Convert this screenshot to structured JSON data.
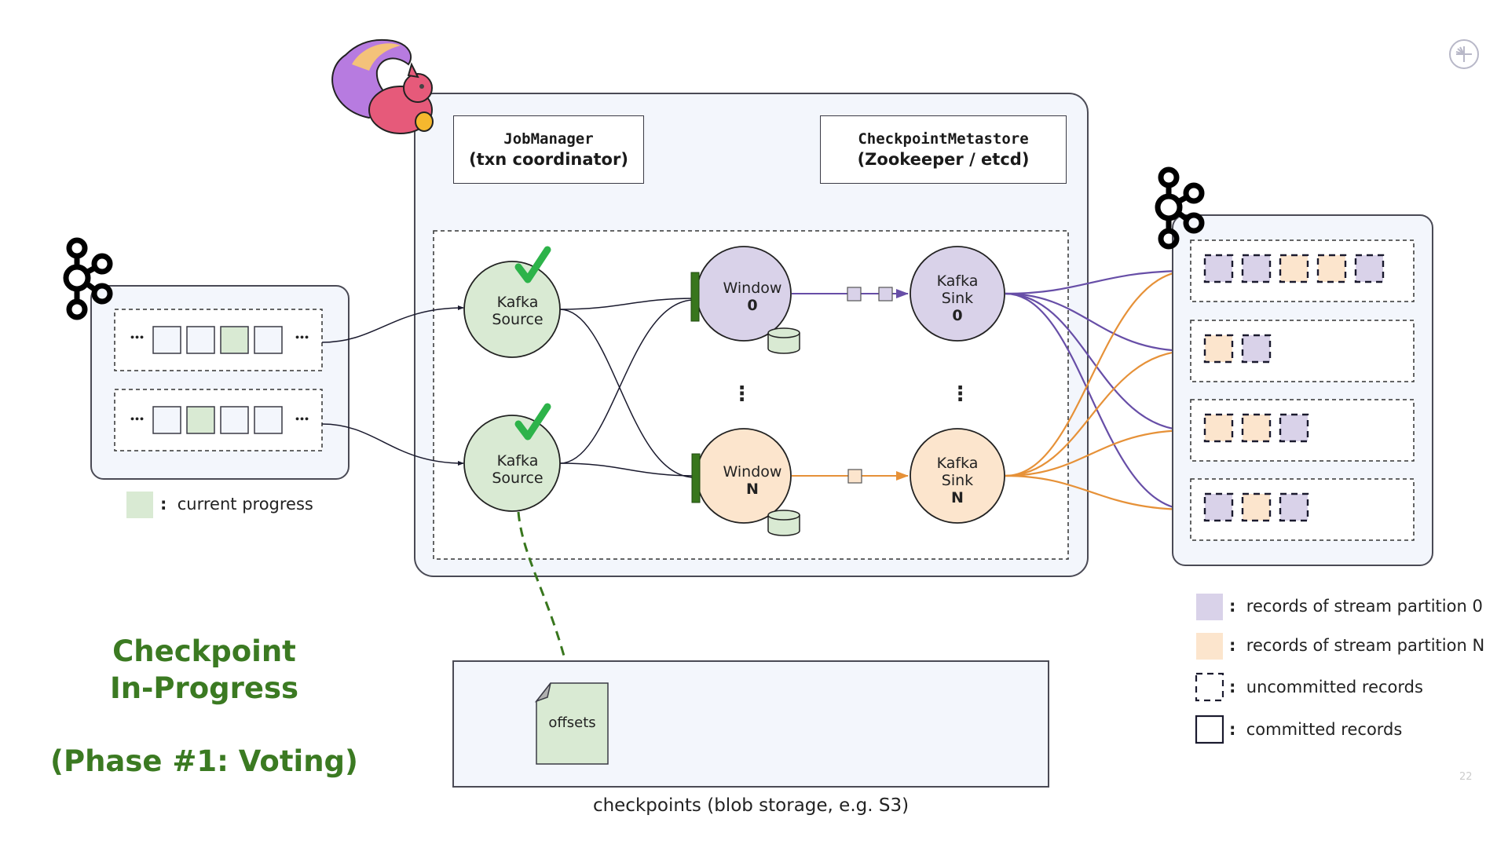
{
  "slide": {
    "title_line1": "Checkpoint",
    "title_line2": "In-Progress",
    "subtitle": "(Phase #1: Voting)",
    "page_number": "22",
    "accent_color": "#3b7a22"
  },
  "flink_cluster": {
    "logo": "flink-squirrel-icon",
    "job_manager": {
      "line1": "JobManager",
      "line2": "(txn coordinator)"
    },
    "checkpoint_metastore": {
      "line1": "CheckpointMetastore",
      "line2": "(Zookeeper / etcd)"
    },
    "sources": [
      {
        "line1": "Kafka",
        "line2": "Source",
        "checkpoint_acknowledged": true
      },
      {
        "line1": "Kafka",
        "line2": "Source",
        "checkpoint_acknowledged": true
      }
    ],
    "windows": [
      {
        "line1": "Window",
        "line2": "0",
        "has_state": true,
        "barrier_received": true
      },
      {
        "line1": "Window",
        "line2": "N",
        "has_state": true,
        "barrier_received": true
      }
    ],
    "sinks": [
      {
        "line1": "Kafka",
        "line2": "Sink",
        "line3": "0"
      },
      {
        "line1": "Kafka",
        "line2": "Sink",
        "line3": "N"
      }
    ],
    "ellipsis": "⋮",
    "in_flight_records": {
      "partition_0": 2,
      "partition_N": 1
    }
  },
  "input_topic": {
    "icon": "kafka-icon",
    "ellipsis": "•••",
    "partitions": [
      {
        "records": [
          "default",
          "default",
          "progress",
          "default"
        ]
      },
      {
        "records": [
          "default",
          "progress",
          "default",
          "default"
        ]
      }
    ]
  },
  "output_topic": {
    "icon": "kafka-icon",
    "partitions": [
      {
        "records": [
          "p0",
          "p0",
          "pN",
          "pN",
          "p0"
        ]
      },
      {
        "records": [
          "pN",
          "p0"
        ]
      },
      {
        "records": [
          "pN",
          "pN",
          "p0"
        ]
      },
      {
        "records": [
          "p0",
          "pN",
          "p0"
        ]
      }
    ]
  },
  "checkpoint_storage": {
    "label": "checkpoints (blob storage, e.g. S3)",
    "file_label": "offsets"
  },
  "legend_left": {
    "text": "current progress"
  },
  "legend_right": [
    {
      "kind": "p0",
      "text": "records of stream partition 0"
    },
    {
      "kind": "pN",
      "text": "records of stream partition N"
    },
    {
      "kind": "uncommitted",
      "text": "uncommitted records"
    },
    {
      "kind": "committed",
      "text": "committed records"
    }
  ],
  "legend_colon": ":",
  "colors": {
    "partition_0": "#d9d2e9",
    "partition_N": "#fce5cd",
    "progress": "#d9ead3",
    "line_p0": "#674ea7",
    "line_pN": "#e69138",
    "barrier": "#38761d",
    "container_bg": "#f3f6fc"
  }
}
